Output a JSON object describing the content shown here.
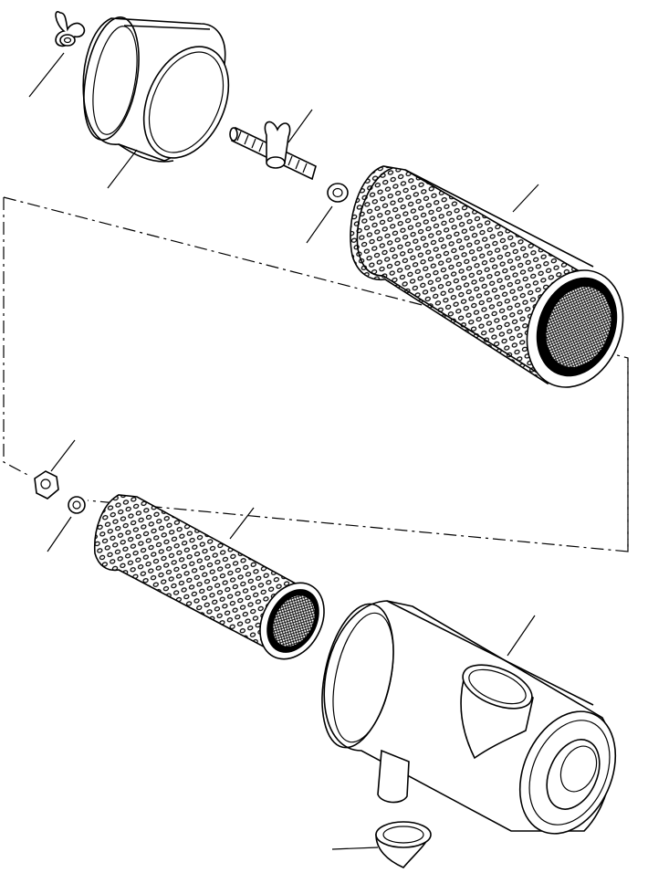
{
  "diagram": {
    "style": "exploded-view line drawing",
    "line_color": "#000000",
    "background": "#ffffff",
    "parts": [
      {
        "id": "wing-nut-top",
        "icon": "wing-nut"
      },
      {
        "id": "end-cap",
        "icon": "cylindrical-cap"
      },
      {
        "id": "threaded-rod",
        "icon": "threaded-stud-with-wing-nut"
      },
      {
        "id": "washer-top",
        "icon": "washer"
      },
      {
        "id": "primary-element",
        "icon": "perforated-filter-cylinder"
      },
      {
        "id": "hex-nut",
        "icon": "hex-nut"
      },
      {
        "id": "washer-bottom",
        "icon": "washer"
      },
      {
        "id": "safety-element",
        "icon": "perforated-filter-cylinder"
      },
      {
        "id": "filter-housing",
        "icon": "air-cleaner-body"
      },
      {
        "id": "dust-cup",
        "icon": "vacuator-cup"
      }
    ]
  }
}
